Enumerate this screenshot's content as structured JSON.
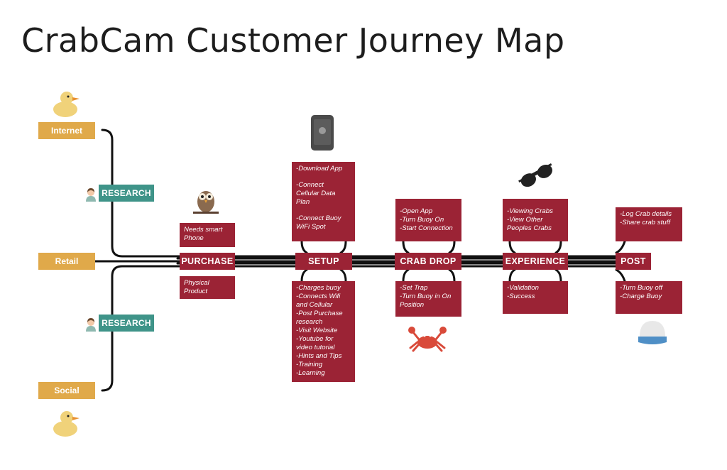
{
  "title": "CrabCam Customer Journey Map",
  "channels": {
    "internet": "Internet",
    "retail": "Retail",
    "social": "Social"
  },
  "research_labels": [
    "RESEARCH",
    "RESEARCH"
  ],
  "stages": {
    "purchase": {
      "label": "PURCHASE",
      "top": [
        "Needs smart\nPhone"
      ],
      "bottom": [
        "Physical\nProduct"
      ]
    },
    "setup": {
      "label": "SETUP",
      "top": [
        "-Download App",
        "-Connect\nCellular Data\nPlan",
        "-Connect Buoy\nWiFi Spot"
      ],
      "bottom": [
        "-Charges buoy\n-Connects Wifi\n  and Cellular\n-Post Purchase\n  research\n-Visit Website\n-Youtube for\n  video tutorial\n-Hints and Tips\n-Training\n-Learning"
      ]
    },
    "crab_drop": {
      "label": "CRAB DROP",
      "top": [
        "-Open  App\n-Turn Buoy On\n-Start Connection"
      ],
      "bottom": [
        "-Set Trap\n-Turn Buoy in On\n Position"
      ]
    },
    "experience": {
      "label": "EXPERIENCE",
      "top": [
        "-Viewing Crabs\n-View Other\nPeoples Crabs"
      ],
      "bottom": [
        "-Validation\n-Success"
      ]
    },
    "post": {
      "label": "POST",
      "top": [
        "-Log Crab details\n-Share crab stuff"
      ],
      "bottom": [
        "-Turn Buoy off\n-Charge Buoy"
      ]
    }
  },
  "icons": [
    "duck-icon",
    "owl-icon",
    "phone-icon",
    "sunglasses-icon",
    "crab-icon",
    "cap-icon",
    "person-icon"
  ],
  "colors": {
    "channel": "#e0a94a",
    "research": "#3f9489",
    "stage": "#9b2335",
    "line": "#111111"
  }
}
